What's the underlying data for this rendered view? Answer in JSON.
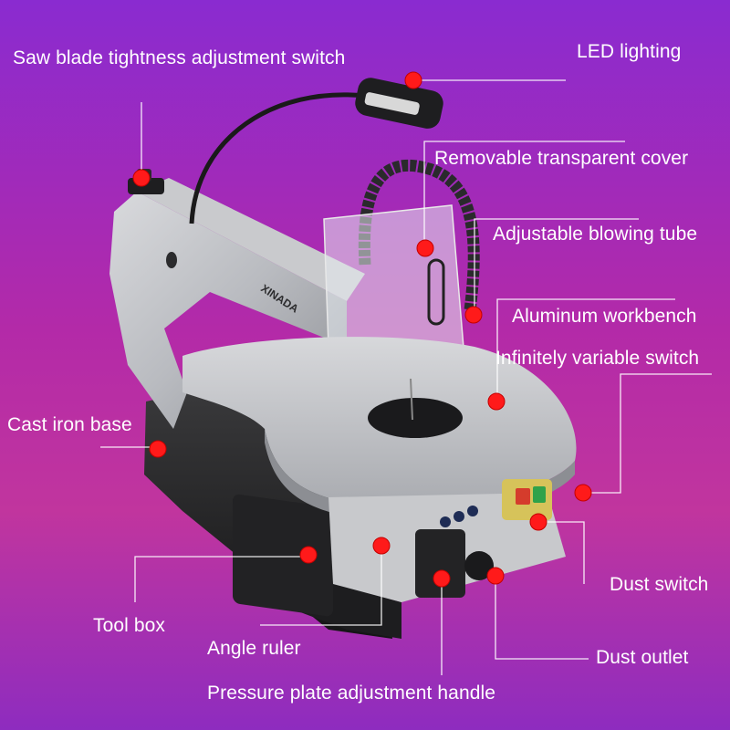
{
  "labels": {
    "saw_blade": "Saw blade tightness adjustment switch",
    "led": "LED lighting",
    "cover": "Removable transparent cover",
    "blowing_tube": "Adjustable blowing tube",
    "workbench": "Aluminum workbench",
    "variable_switch": "Infinitely variable switch",
    "cast_iron": "Cast iron base",
    "dust_switch": "Dust switch",
    "tool_box": "Tool box",
    "angle_ruler": "Angle ruler",
    "dust_outlet": "Dust outlet",
    "pressure_handle": "Pressure plate adjustment handle"
  },
  "brand": {
    "logo_text": "XINADA"
  },
  "colors": {
    "marker": "#ff1a1a",
    "text": "#ffffff"
  }
}
